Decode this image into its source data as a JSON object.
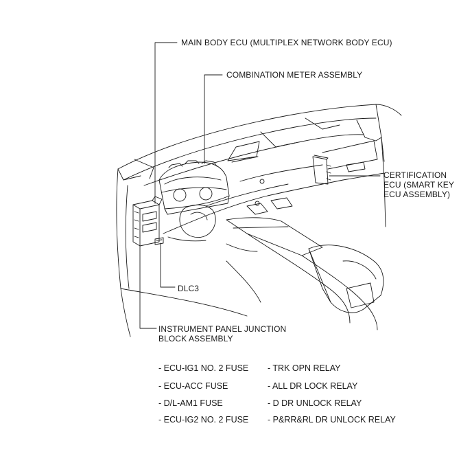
{
  "callouts": {
    "main_body_ecu": "MAIN BODY ECU (MULTIPLEX NETWORK BODY ECU)",
    "combination_meter": "COMBINATION METER ASSEMBLY",
    "certification_ecu": [
      "CERTIFICATION",
      "ECU (SMART KEY",
      "ECU ASSEMBLY)"
    ],
    "dlc3": "DLC3",
    "junction_block": [
      "INSTRUMENT PANEL JUNCTION",
      "BLOCK ASSEMBLY"
    ]
  },
  "junction_block_contents": {
    "left": [
      "- ECU-IG1 NO. 2 FUSE",
      "- ECU-ACC FUSE",
      "- D/L-AM1 FUSE",
      "- ECU-IG2 NO. 2 FUSE"
    ],
    "right": [
      "- TRK OPN RELAY",
      "- ALL DR LOCK RELAY",
      "- D DR UNLOCK RELAY",
      "- P&RR&RL DR UNLOCK RELAY"
    ]
  },
  "colors": {
    "ink": "#1a1a1a",
    "background": "#ffffff"
  }
}
